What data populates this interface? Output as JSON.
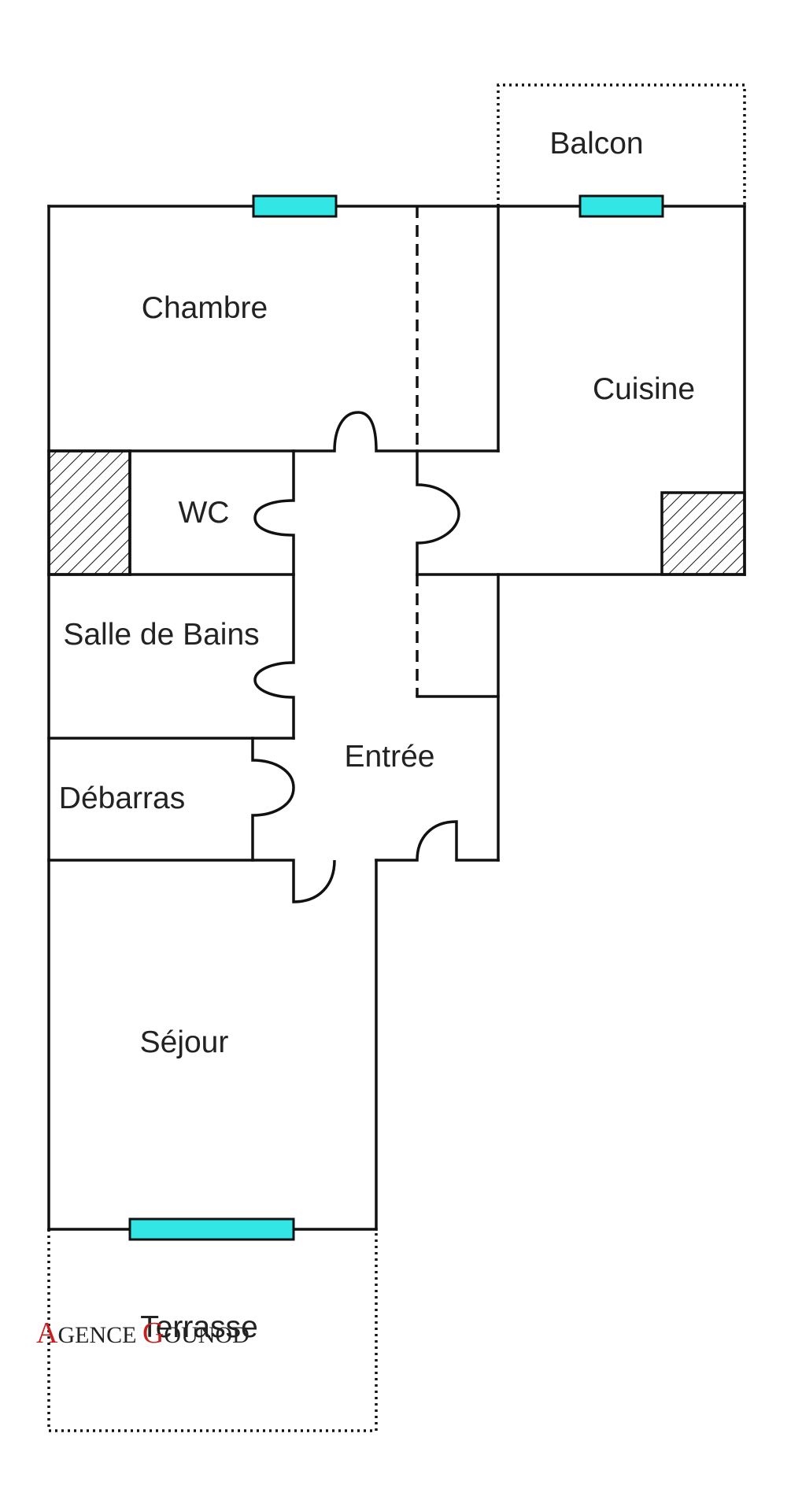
{
  "rooms": {
    "balcon": "Balcon",
    "chambre": "Chambre",
    "cuisine": "Cuisine",
    "wc": "WC",
    "salle_de_bains": "Salle de Bains",
    "entree": "Entrée",
    "debarras": "Débarras",
    "sejour": "Séjour",
    "terrasse": "Terrasse"
  },
  "watermark": {
    "initial_1": "A",
    "rest_1": "GENCE ",
    "initial_2": "G",
    "rest_2": "OUNOD"
  },
  "colors": {
    "window": "#33e6e6",
    "watermark_accent": "#c81e1e",
    "wall": "#111111"
  }
}
